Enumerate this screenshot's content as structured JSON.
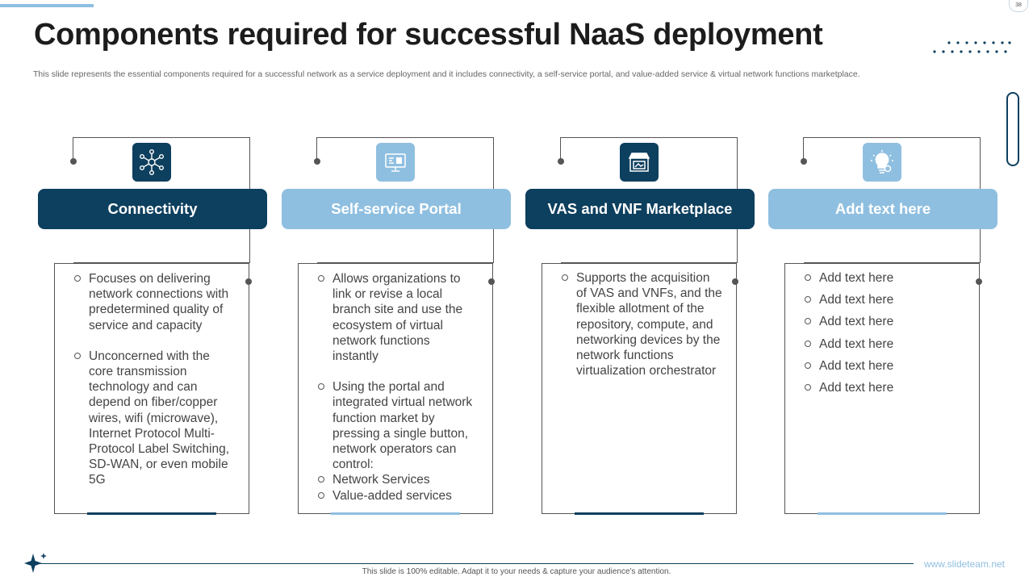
{
  "page_number": "38",
  "title": "Components required for successful NaaS deployment",
  "subtitle": "This slide represents the essential components required for a successful network as a service deployment and it includes connectivity, a self-service portal, and value-added service & virtual network functions marketplace.",
  "colors": {
    "dark": "#0d3f5e",
    "light": "#8fbfe0"
  },
  "cards": [
    {
      "header": "Connectivity",
      "icon": "network-hub-icon",
      "bullets": [
        "Focuses on delivering network connections with predetermined quality of service and capacity",
        "Unconcerned with the core transmission technology and can depend on fiber/copper wires, wifi (microwave), Internet  Protocol Multi-Protocol Label Switching, SD-WAN, or even mobile 5G"
      ]
    },
    {
      "header": "Self-service Portal",
      "icon": "monitor-dashboard-icon",
      "bullets": [
        "Allows organizations to link or revise a local branch site and use the ecosystem of virtual network functions instantly",
        "Using the portal and integrated virtual network function  market by pressing a single button, network operators can control:",
        "Network Services",
        "Value-added services"
      ]
    },
    {
      "header": "VAS and VNF Marketplace",
      "icon": "storefront-icon",
      "bullets": [
        "Supports the acquisition of VAS and VNFs, and the flexible allotment of the repository, compute, and networking devices by the network functions virtualization orchestrator"
      ]
    },
    {
      "header": "Add text here",
      "icon": "lightbulb-gear-icon",
      "bullets": [
        "Add text here",
        "Add text here",
        "Add text here",
        "Add text here",
        "Add text here",
        "Add text here"
      ]
    }
  ],
  "footer": "This slide is 100% editable.  Adapt it to your needs & capture your audience's attention.",
  "website": "www.slideteam.net"
}
